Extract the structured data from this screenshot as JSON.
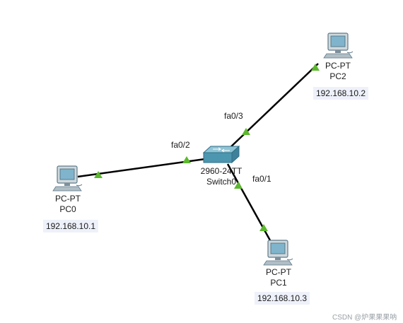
{
  "devices": {
    "pc0": {
      "type": "PC-PT",
      "name": "PC0",
      "ip": "192.168.10.1"
    },
    "pc1": {
      "type": "PC-PT",
      "name": "PC1",
      "ip": "192.168.10.3"
    },
    "pc2": {
      "type": "PC-PT",
      "name": "PC2",
      "ip": "192.168.10.2"
    },
    "switch0": {
      "model": "2960-24TT",
      "name": "Switch0"
    }
  },
  "links": [
    {
      "from": "pc0",
      "to": "switch0",
      "port": "fa0/2"
    },
    {
      "from": "pc1",
      "to": "switch0",
      "port": "fa0/1"
    },
    {
      "from": "pc2",
      "to": "switch0",
      "port": "fa0/3"
    }
  ],
  "colors": {
    "link": "#000000",
    "link_status": "#5cb82e",
    "switch_body": "#4d96b0",
    "pc_monitor": "#5d7a8a"
  },
  "watermark": "CSDN @炉果果果呐"
}
